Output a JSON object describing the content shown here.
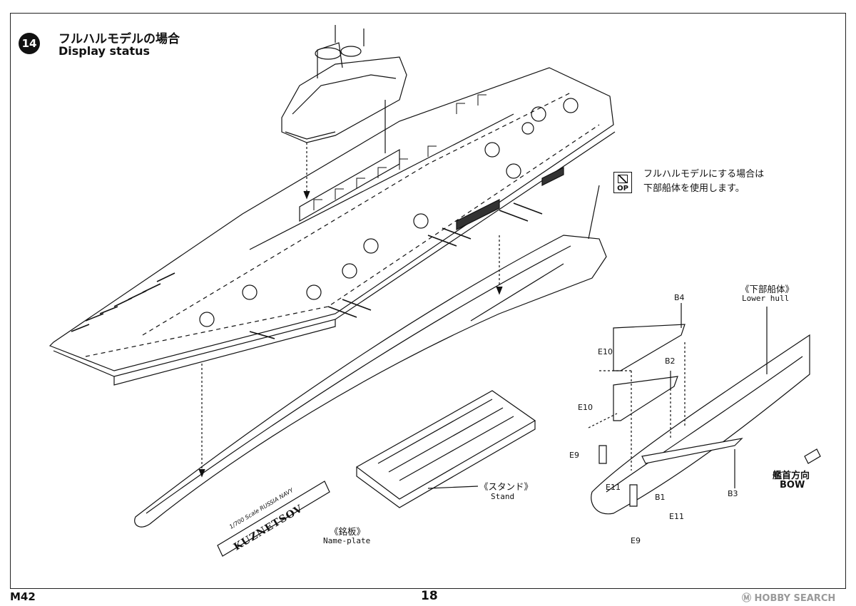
{
  "header": {
    "step_number": "14",
    "title_jp": "フルハルモデルの場合",
    "title_en": "Display status"
  },
  "note": {
    "icon_text": "OP",
    "line1": "フルハルモデルにする場合は",
    "line2": "下部船体を使用します。"
  },
  "labels": {
    "lower_hull_jp": "《下部船体》",
    "lower_hull_en": "Lower hull",
    "stand_jp": "《スタンド》",
    "stand_en": "Stand",
    "nameplate_jp": "《銘板》",
    "nameplate_en": "Name-plate",
    "nameplate_line1": "1/700  Scale  RUSSIA  NAVY",
    "nameplate_line2": "KUZNETSOV",
    "bow_jp": "艦首方向",
    "bow_en": "BOW"
  },
  "parts": {
    "b4": "B4",
    "e10_top": "E10",
    "b2": "B2",
    "e10_mid": "E10",
    "e9_left": "E9",
    "e11_left": "E11",
    "b1": "B1",
    "b3": "B3",
    "e11_right": "E11",
    "e9_bottom": "E9"
  },
  "footer": {
    "page_code": "M42",
    "page_number": "18",
    "watermark": "Ⓜ HOBBY SEARCH"
  }
}
